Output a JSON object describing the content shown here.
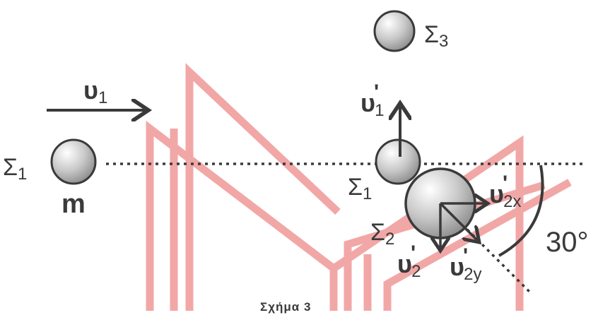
{
  "figure": {
    "caption": "Σχήμα 3",
    "angle_label": "30°",
    "mass_label": "m",
    "velocity_symbol": "υ",
    "prime_mark": "'",
    "bodies": {
      "sigma1_before": {
        "symbol": "Σ",
        "sub": "1"
      },
      "sigma1_after": {
        "symbol": "Σ",
        "sub": "1"
      },
      "sigma2": {
        "symbol": "Σ",
        "sub": "2"
      },
      "sigma3": {
        "symbol": "Σ",
        "sub": "3"
      }
    },
    "vectors": {
      "u1": {
        "sub": "1",
        "primed": false
      },
      "u1_prime": {
        "sub": "1",
        "primed": true
      },
      "u2_prime": {
        "sub": "2",
        "primed": true
      },
      "u2x_prime": {
        "sub": "2x",
        "primed": true
      },
      "u2y_prime": {
        "sub": "2y",
        "primed": true
      }
    },
    "colors": {
      "ink": "#3a3a3a",
      "watermark": "#f0a0a0",
      "sphere_light": "#ffffff",
      "sphere_dark": "#8c8c8c"
    }
  }
}
